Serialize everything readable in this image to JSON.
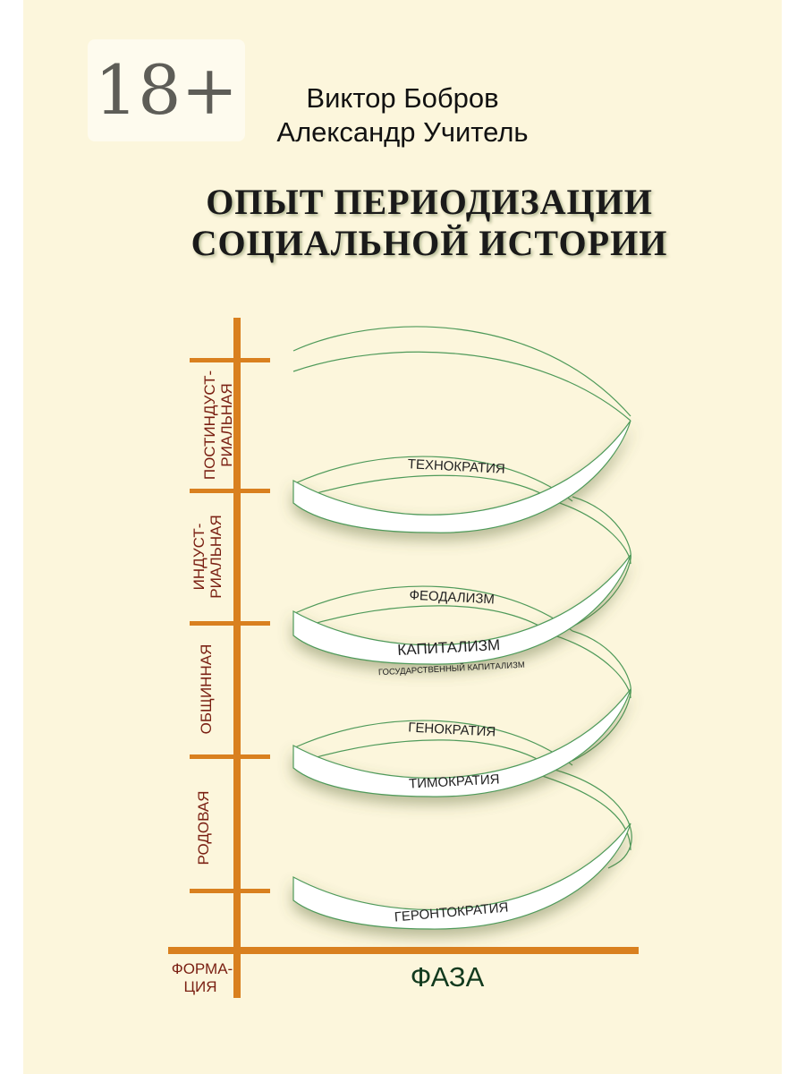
{
  "badge": "18+",
  "authors": [
    "Виктор  Бобров",
    "Александр Учитель"
  ],
  "title": [
    "ОПЫТ ПЕРИОДИЗАЦИИ",
    "СОЦИАЛЬНОЙ ИСТОРИИ"
  ],
  "diagram": {
    "formations": [
      {
        "line1": "ПОСТИНДУСТ-",
        "line2": "РИАЛЬНАЯ"
      },
      {
        "line1": "ИНДУСТ-",
        "line2": "РИАЛЬНАЯ"
      },
      {
        "line1": "ОБЩИННАЯ",
        "line2": ""
      },
      {
        "line1": "РОДОВАЯ",
        "line2": ""
      }
    ],
    "phases": {
      "technocracy": "ТЕХНОКРАТИЯ",
      "feudalism": "ФЕОДАЛИЗМ",
      "capitalism": "КАПИТАЛИЗМ",
      "state_capitalism": "ГОСУДАРСТВЕННЫЙ КАПИТАЛИЗМ",
      "genocracy": "ГЕНОКРАТИЯ",
      "timocracy": "ТИМОКРАТИЯ",
      "gerontocracy": "ГЕРОНТОКРАТИЯ"
    },
    "y_axis_label": [
      "ФОРМА-",
      "ЦИЯ"
    ],
    "x_axis_label": "ФАЗА",
    "colors": {
      "axis": "#d9801f",
      "ribbon_edge": "#4f9a5a",
      "label": "#7a1f12",
      "background": "#fcf6dc"
    }
  }
}
